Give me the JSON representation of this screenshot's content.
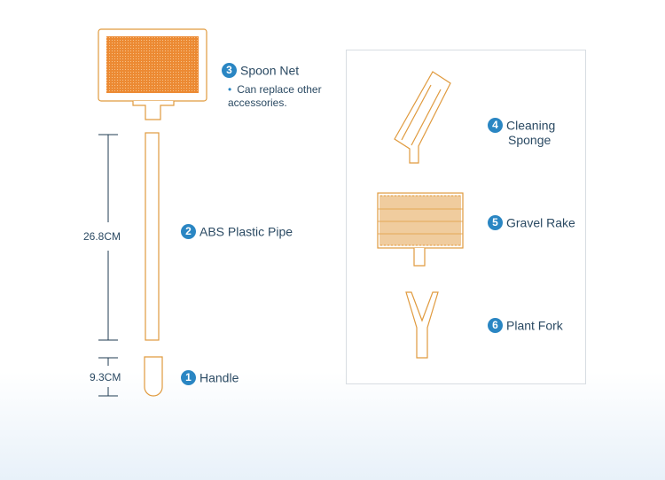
{
  "parts": {
    "handle": {
      "num": "1",
      "label": "Handle",
      "measure": "9.3CM"
    },
    "pipe": {
      "num": "2",
      "label": "ABS Plastic Pipe",
      "measure": "26.8CM"
    },
    "spoon_net": {
      "num": "3",
      "label": "Spoon Net",
      "note": "Can replace other accessories."
    },
    "sponge": {
      "num": "4",
      "label_line1": "Cleaning",
      "label_line2": "Sponge"
    },
    "rake": {
      "num": "5",
      "label": "Gravel Rake"
    },
    "fork": {
      "num": "6",
      "label": "Plant Fork"
    }
  },
  "colors": {
    "accent": "#2a86c3",
    "outline": "#e09a3e",
    "mesh": "#ec8a33",
    "dim_line": "#1f3b52"
  }
}
